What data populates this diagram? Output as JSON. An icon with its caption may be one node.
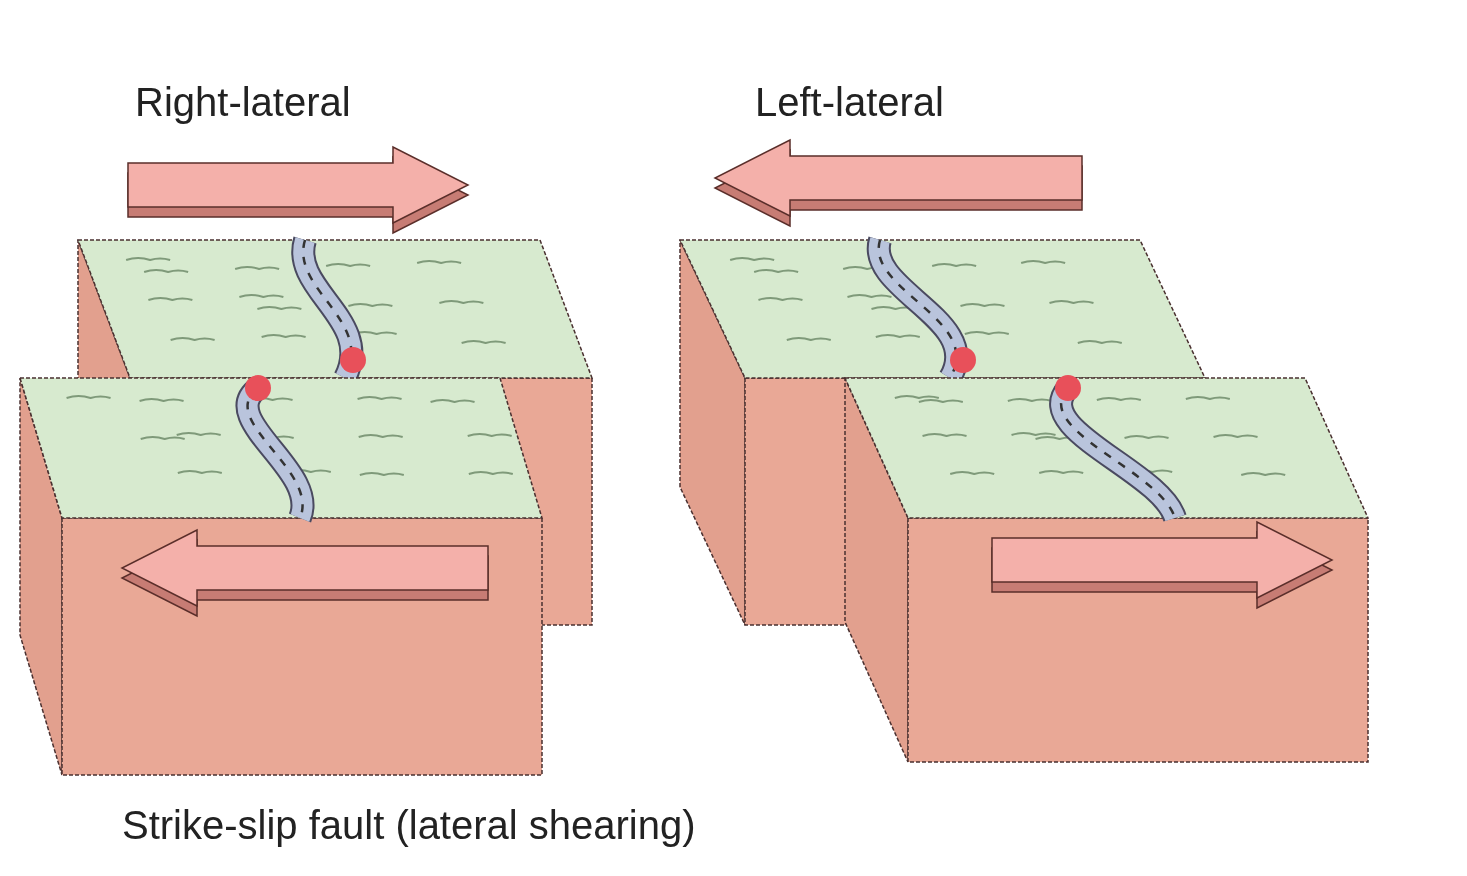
{
  "diagram": {
    "caption": "Strike-slip fault (lateral shearing)",
    "labels": [
      "Right-lateral",
      "Left-lateral"
    ]
  }
}
